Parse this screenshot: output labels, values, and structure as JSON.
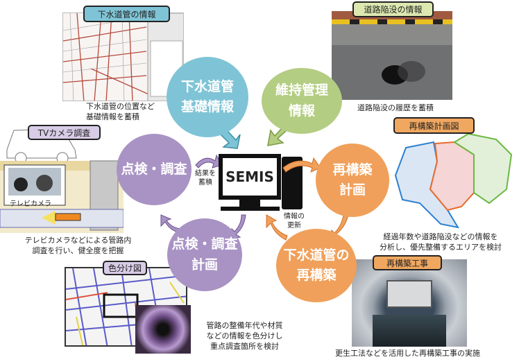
{
  "center": {
    "title": "SEMIS",
    "store_result": "結果を蓄積",
    "update_info": "情報の更新"
  },
  "circles": {
    "basic_info": [
      "下水道管",
      "基礎情報"
    ],
    "maintenance": [
      "維持管理",
      "情報"
    ],
    "rebuild_plan": [
      "再構築",
      "計画"
    ],
    "rebuild": [
      "下水道管の",
      "再構築"
    ],
    "inspection_plan": [
      "点検・調査",
      "計画"
    ],
    "inspection": [
      "点検・調査"
    ]
  },
  "panels": {
    "sewer_info": {
      "label": "下水道管の情報",
      "caption": [
        "下水道管の位置など",
        "基礎情報を蓄積"
      ]
    },
    "road_collapse": {
      "label": "道路陥没の情報",
      "caption": [
        "道路陥没の履歴を蓄積"
      ]
    },
    "rebuild_map": {
      "label": "再構築計画図",
      "caption": [
        "経過年数や道路陥没などの情報を",
        "分析し、優先整備するエリアを検討"
      ]
    },
    "rebuild_work": {
      "label": "再構築工事",
      "caption": [
        "更生工法などを活用した再構築工事の実施"
      ]
    },
    "tv_camera": {
      "label": "TVカメラ調査",
      "camera_label": "テレビカメラ",
      "caption": [
        "テレビカメラなどによる管路内",
        "調査を行い、健全度を把握"
      ]
    },
    "color_map": {
      "label": "色分け図",
      "caption": [
        "管路の整備年代や材質",
        "などの情報を色分けし",
        "重点調査箇所を検討"
      ]
    }
  },
  "colors": {
    "blue": "#7fc4d6",
    "green": "#b3cd82",
    "orange": "#f0a05a",
    "purple": "#a993c4"
  }
}
